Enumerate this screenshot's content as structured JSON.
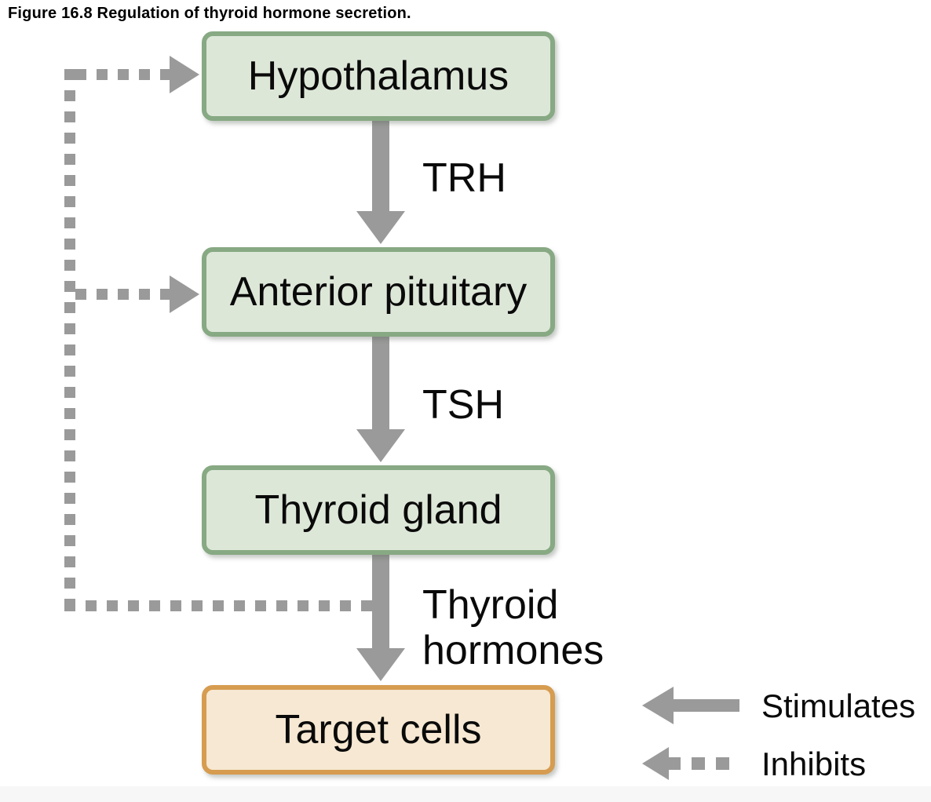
{
  "figure": {
    "title": "Figure 16.8 Regulation of thyroid hormone secretion."
  },
  "boxes": [
    {
      "id": "hypothalamus",
      "label": "Hypothalamus",
      "style": "green"
    },
    {
      "id": "anterior-pituitary",
      "label": "Anterior pituitary",
      "style": "green"
    },
    {
      "id": "thyroid-gland",
      "label": "Thyroid gland",
      "style": "green"
    },
    {
      "id": "target-cells",
      "label": "Target cells",
      "style": "orange"
    }
  ],
  "arrows": [
    {
      "from": "hypothalamus",
      "to": "anterior-pituitary",
      "label": "TRH",
      "type": "stimulates"
    },
    {
      "from": "anterior-pituitary",
      "to": "thyroid-gland",
      "label": "TSH",
      "type": "stimulates"
    },
    {
      "from": "thyroid-gland",
      "to": "target-cells",
      "label": "Thyroid hormones",
      "type": "stimulates"
    }
  ],
  "feedback": {
    "type": "inhibits",
    "from": "thyroid-gland",
    "to": [
      "hypothalamus",
      "anterior-pituitary"
    ]
  },
  "legend": [
    {
      "symbol": "solid-left-arrow",
      "label": "Stimulates"
    },
    {
      "symbol": "dashed-left-arrow",
      "label": "Inhibits"
    }
  ],
  "colors": {
    "green_fill": "#dde7d8",
    "green_border": "#87a983",
    "orange_fill": "#f6e8d2",
    "orange_border": "#d69c50",
    "arrow_gray": "#9a9a9a",
    "text": "#0a0a0a"
  }
}
